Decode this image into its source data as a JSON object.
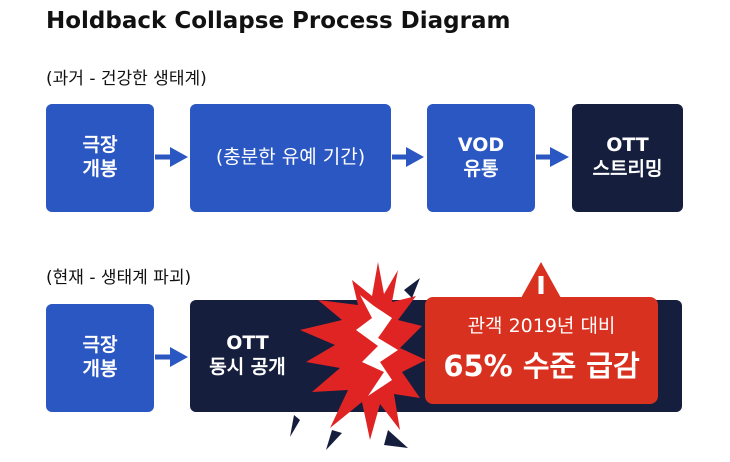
{
  "title": "Holdback Collapse Process Diagram",
  "past": {
    "label": "(과거 - 건강한 생태계)",
    "steps": [
      "극장\n개봉",
      "(충분한 유예 기간)",
      "VOD\n유통",
      "OTT\n스트리밍"
    ]
  },
  "present": {
    "label": "(현재 - 생태계 파괴)",
    "steps": [
      "극장\n개봉",
      "OTT\n동시 공개"
    ],
    "alert": {
      "line1": "관객 2019년 대비",
      "line2": "65% 수준 급감",
      "icon": "exclamation-icon"
    }
  },
  "colors": {
    "blue": "#2b57c2",
    "navy": "#151e3d",
    "alert_red": "#d9311f",
    "crack_red": "#e02424"
  }
}
